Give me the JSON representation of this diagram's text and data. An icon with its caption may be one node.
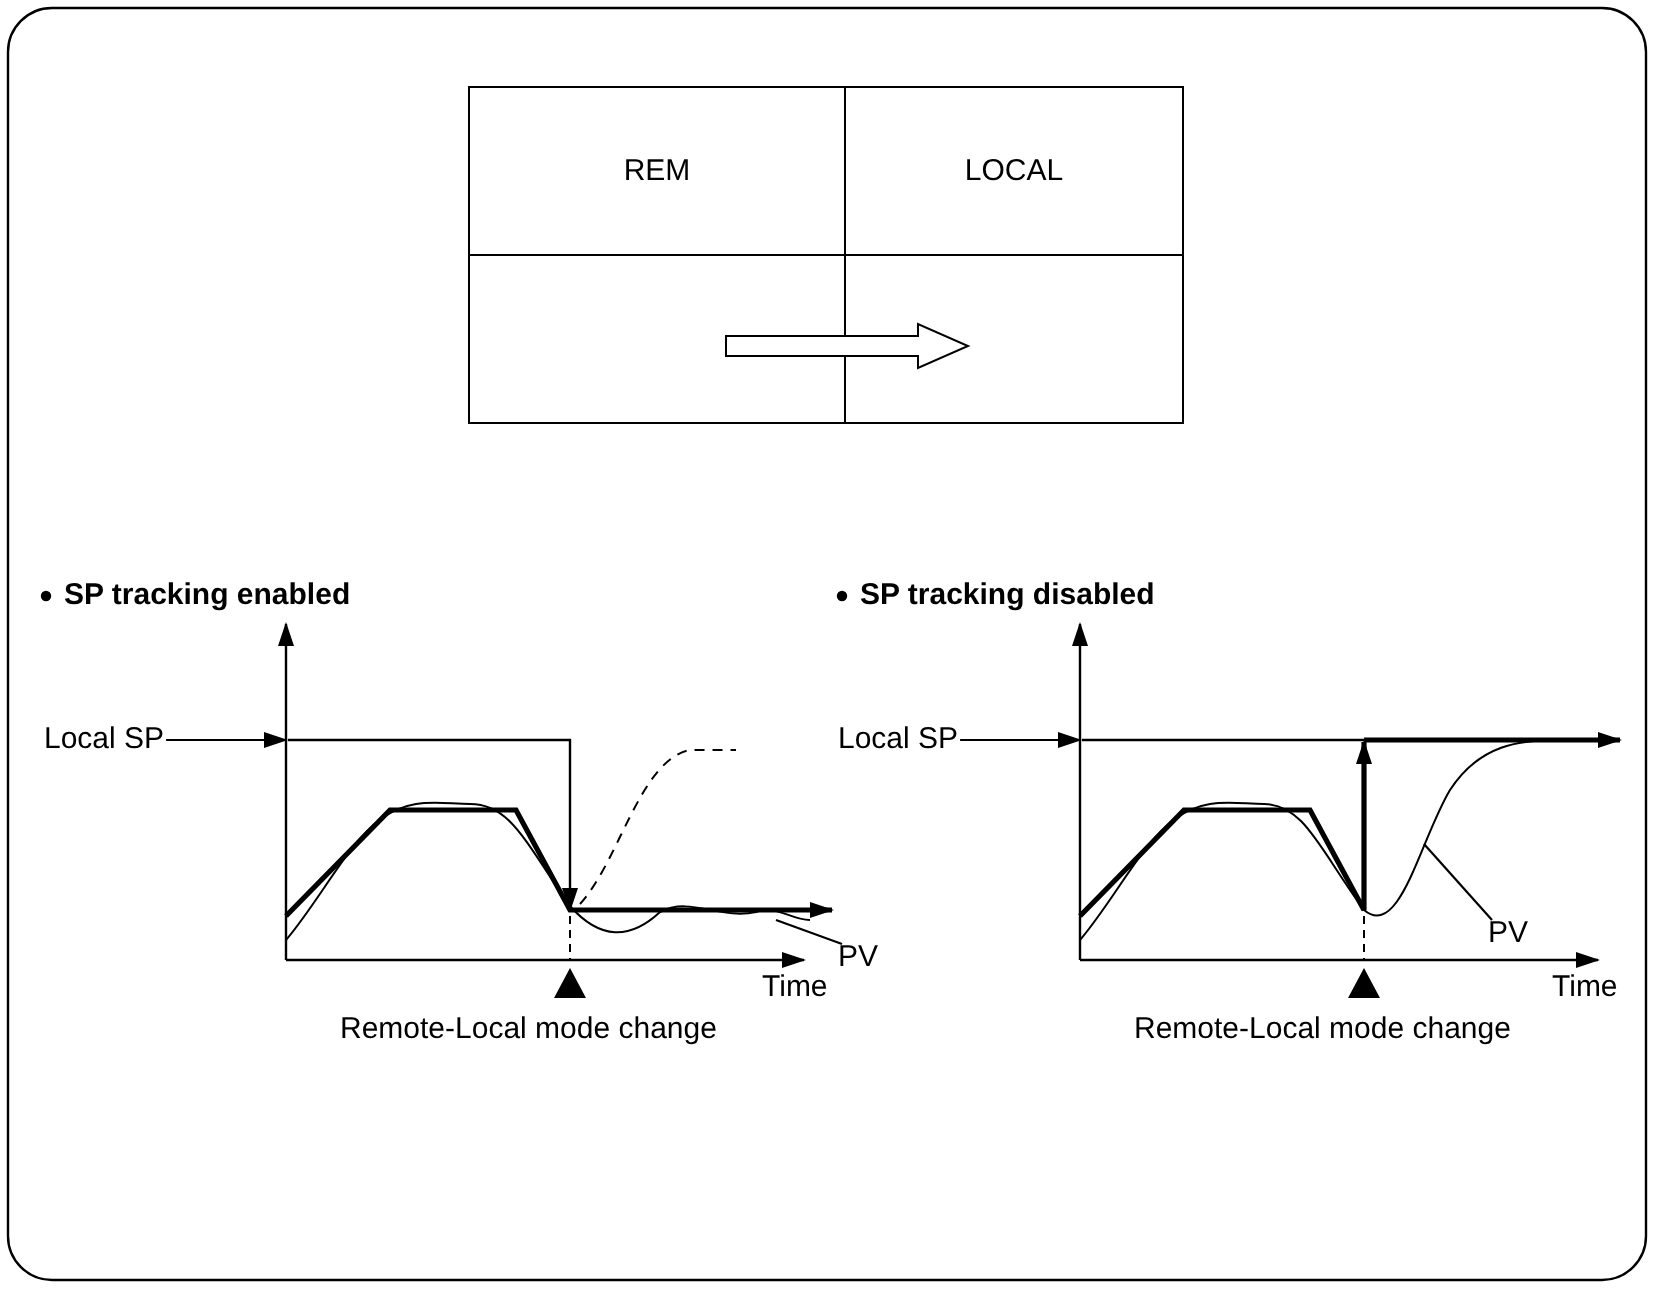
{
  "diagram": {
    "nodes": [
      {
        "text": [
          "Local SP"
        ]
      },
      {
        "text": [
          "PV"
        ]
      },
      {
        "text": [
          "Local SP"
        ]
      },
      {
        "text": [
          "PV"
        ]
      },
      {
        "text": [],
        "shape": "line"
      },
      {
        "text": [],
        "shape": "line"
      }
    ],
    "edges": [
      {
        "from": 0,
        "to": 4,
        "arrow": "to"
      },
      {
        "from": 1,
        "to": null,
        "arrow": "none"
      },
      {
        "from": 2,
        "to": 5,
        "arrow": "to"
      },
      {
        "from": 3,
        "to": null,
        "arrow": "none"
      }
    ],
    "labels": [
      "REM",
      "LOCAL",
      "SP tracking enabled",
      "SP tracking disabled",
      "Time",
      "Remote-Local mode change",
      "Time",
      "Remote-Local mode change"
    ]
  }
}
